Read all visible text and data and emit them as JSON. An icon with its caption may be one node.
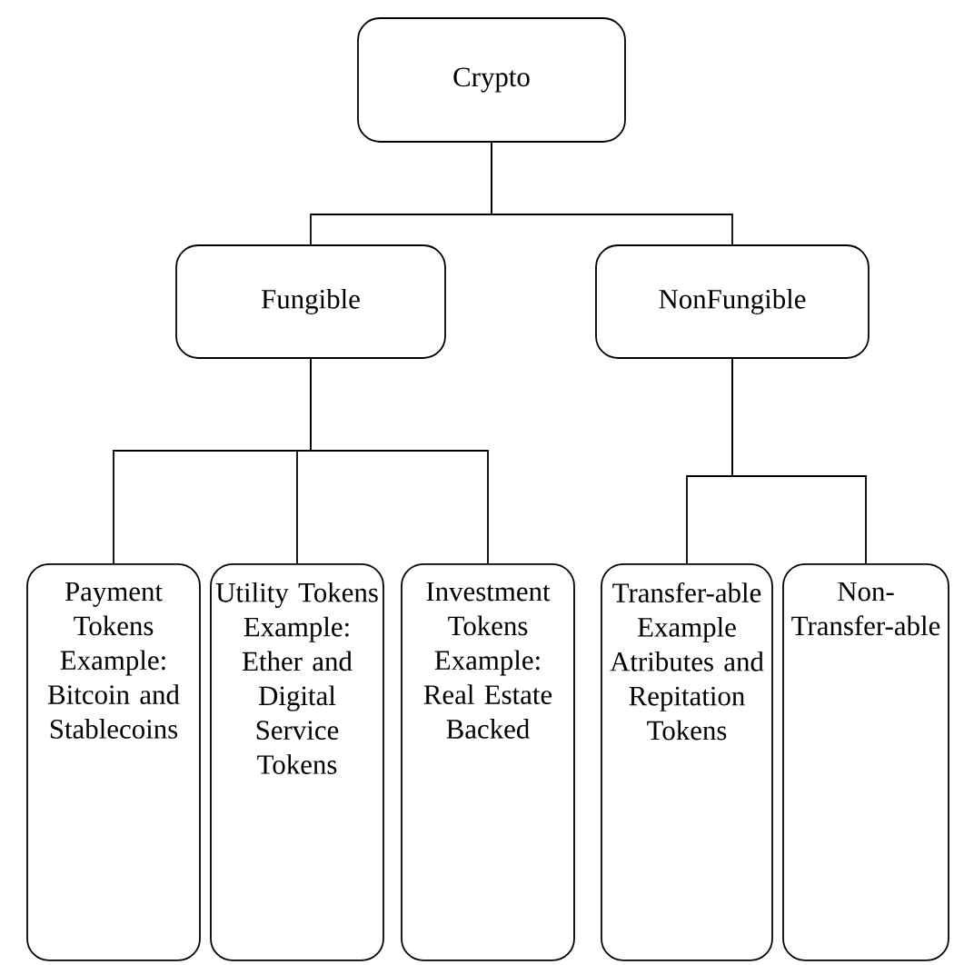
{
  "diagram": {
    "nodes": [
      {
        "text": [
          "Crypto"
        ]
      },
      {
        "text": [
          "Fungible"
        ]
      },
      {
        "text": [
          "NonFungible"
        ]
      },
      {
        "text": [
          "Payment Tokens Example: Bitcoin and Stablecoins"
        ]
      },
      {
        "text": [
          "Utility Tokens Example: Ether and Digital Service Tokens"
        ]
      },
      {
        "text": [
          "Investment Tokens Example: Real Estate Backed"
        ]
      },
      {
        "text": [
          "Transfer-able Example Atributes and Repitation Tokens"
        ]
      },
      {
        "text": [
          "Non-Transfer-able"
        ]
      }
    ],
    "edges": [
      {
        "from": 0,
        "to": 1,
        "arrow": "none"
      },
      {
        "from": 0,
        "to": 2,
        "arrow": "none"
      },
      {
        "from": 1,
        "to": 3,
        "arrow": "none"
      },
      {
        "from": 1,
        "to": 4,
        "arrow": "none"
      },
      {
        "from": 1,
        "to": 5,
        "arrow": "none"
      },
      {
        "from": 2,
        "to": 6,
        "arrow": "none"
      },
      {
        "from": 2,
        "to": 7,
        "arrow": "none"
      }
    ]
  }
}
